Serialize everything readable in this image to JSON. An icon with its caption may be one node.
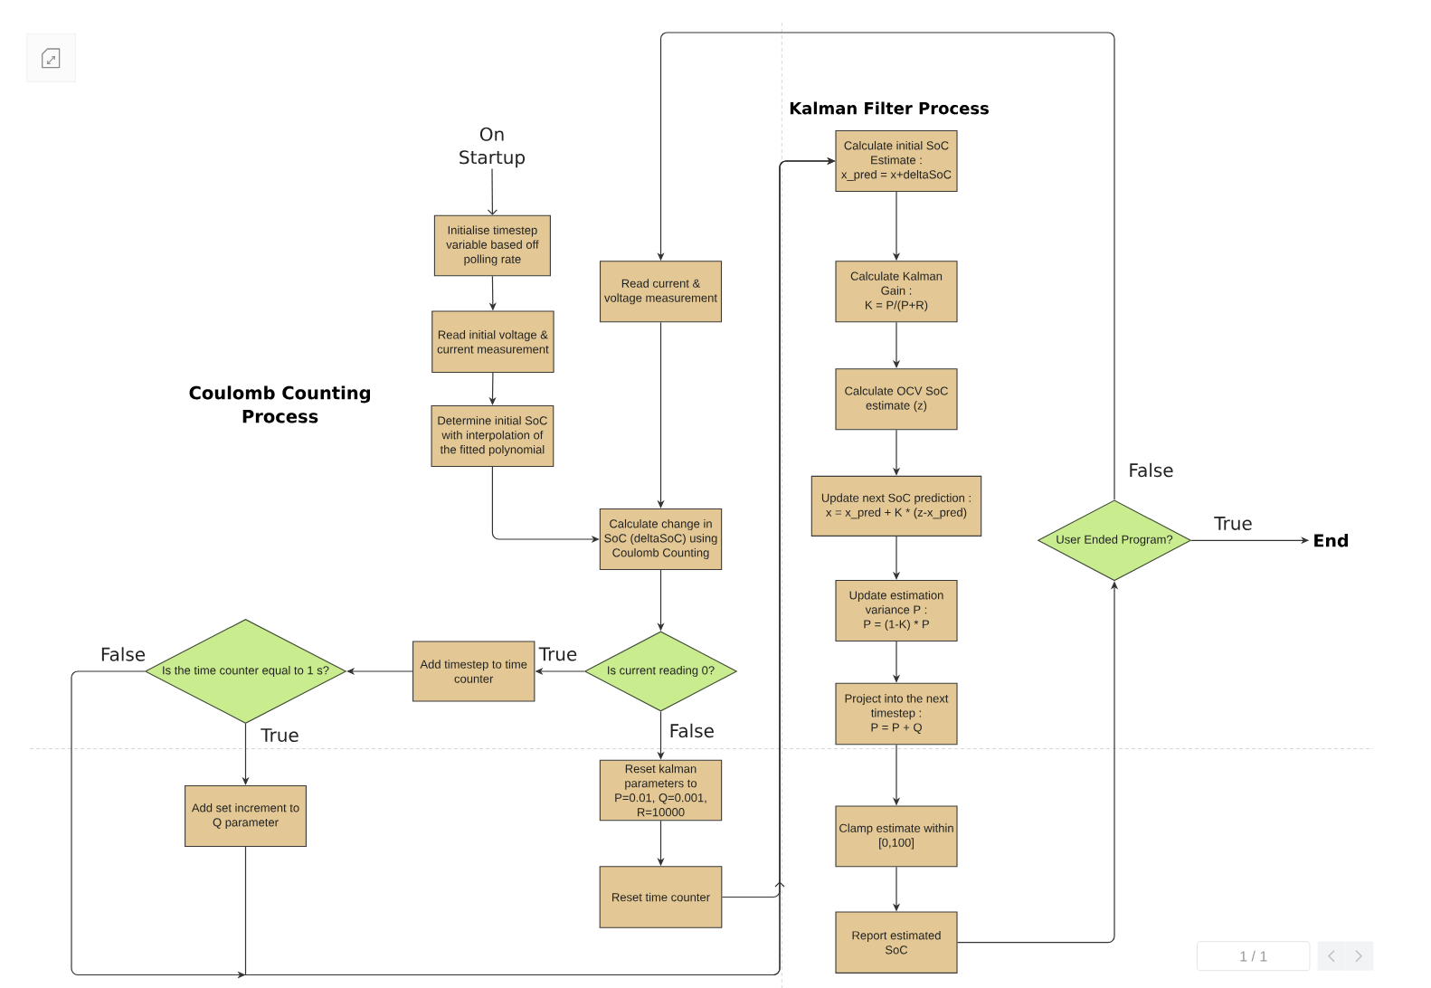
{
  "diagram": {
    "nodes": [
      {
        "text": [
          "On Startup"
        ]
      },
      {
        "text": [
          "Initialise timestep variable based off polling rate"
        ]
      },
      {
        "text": [
          "Read initial voltage & current measurement"
        ]
      },
      {
        "text": [
          "Determine initial SoC with interpolation of the fitted polynomial"
        ]
      },
      {
        "text": [
          "Read current & voltage measurement"
        ]
      },
      {
        "text": [
          "Calculate change in SoC (deltaSoC) using Coulomb Counting"
        ]
      },
      {
        "text": [
          "Is current reading 0?"
        ]
      },
      {
        "text": [
          "Add timestep to time counter"
        ]
      },
      {
        "text": [
          "Is the time counter equal to 1 s?"
        ]
      },
      {
        "text": [
          "Add set increment to Q parameter"
        ]
      },
      {
        "text": [
          "Reset kalman parameters to P=0.01, Q=0.001, R=10000"
        ]
      },
      {
        "text": [
          "Reset time counter"
        ]
      },
      {
        "text": [
          "Calculate initial SoC Estimate :",
          "x_pred = x+deltaSoC"
        ]
      },
      {
        "text": [
          "Calculate Kalman Gain :",
          "K = P/(P+R)"
        ]
      },
      {
        "text": [
          "Calculate OCV SoC estimate (z)"
        ]
      },
      {
        "text": [
          "Update next SoC prediction :",
          "x = x_pred + K * (z-x_pred)"
        ]
      },
      {
        "text": [
          "Update estimation variance P :",
          "P = (1-K) * P"
        ]
      },
      {
        "text": [
          "Project into the next timestep :",
          "P = P + Q"
        ]
      },
      {
        "text": [
          "Clamp estimate within [0,100]"
        ]
      },
      {
        "text": [
          "Report estimated SoC"
        ]
      },
      {
        "text": [
          "User Ended Program?"
        ]
      },
      {
        "text": [
          "End"
        ]
      }
    ],
    "edges": [
      {
        "from": 0,
        "to": 1,
        "arrow": "to"
      },
      {
        "from": 1,
        "to": 2,
        "arrow": "to"
      },
      {
        "from": 2,
        "to": 3,
        "arrow": "to"
      },
      {
        "from": 3,
        "to": 5,
        "arrow": "to"
      },
      {
        "from": 4,
        "to": 5,
        "arrow": "to"
      },
      {
        "from": 5,
        "to": 6,
        "arrow": "to"
      },
      {
        "from": 6,
        "to": 7,
        "label": "True",
        "arrow": "to"
      },
      {
        "from": 7,
        "to": 8,
        "arrow": "to"
      },
      {
        "from": 6,
        "to": 10,
        "label": "False",
        "arrow": "to"
      },
      {
        "from": 10,
        "to": 11,
        "arrow": "to"
      },
      {
        "from": 8,
        "to": 9,
        "label": "True",
        "arrow": "to"
      },
      {
        "from": 8,
        "to": 12,
        "label": "False",
        "arrow": "to"
      },
      {
        "from": 9,
        "to": 12,
        "arrow": "to"
      },
      {
        "from": 11,
        "to": 12,
        "arrow": "to"
      },
      {
        "from": 12,
        "to": 13,
        "arrow": "to"
      },
      {
        "from": 13,
        "to": 14,
        "arrow": "to"
      },
      {
        "from": 14,
        "to": 15,
        "arrow": "to"
      },
      {
        "from": 15,
        "to": 16,
        "arrow": "to"
      },
      {
        "from": 16,
        "to": 17,
        "arrow": "to"
      },
      {
        "from": 17,
        "to": 18,
        "arrow": "to"
      },
      {
        "from": 18,
        "to": 19,
        "arrow": "to"
      },
      {
        "from": 19,
        "to": 20,
        "arrow": "to"
      },
      {
        "from": 20,
        "to": 4,
        "label": "False",
        "arrow": "to"
      },
      {
        "from": 20,
        "to": 21,
        "label": "True",
        "arrow": "to"
      }
    ],
    "labels": [
      "Kalman Filter Process",
      "Coulomb Counting Process",
      "1 / 1"
    ]
  }
}
